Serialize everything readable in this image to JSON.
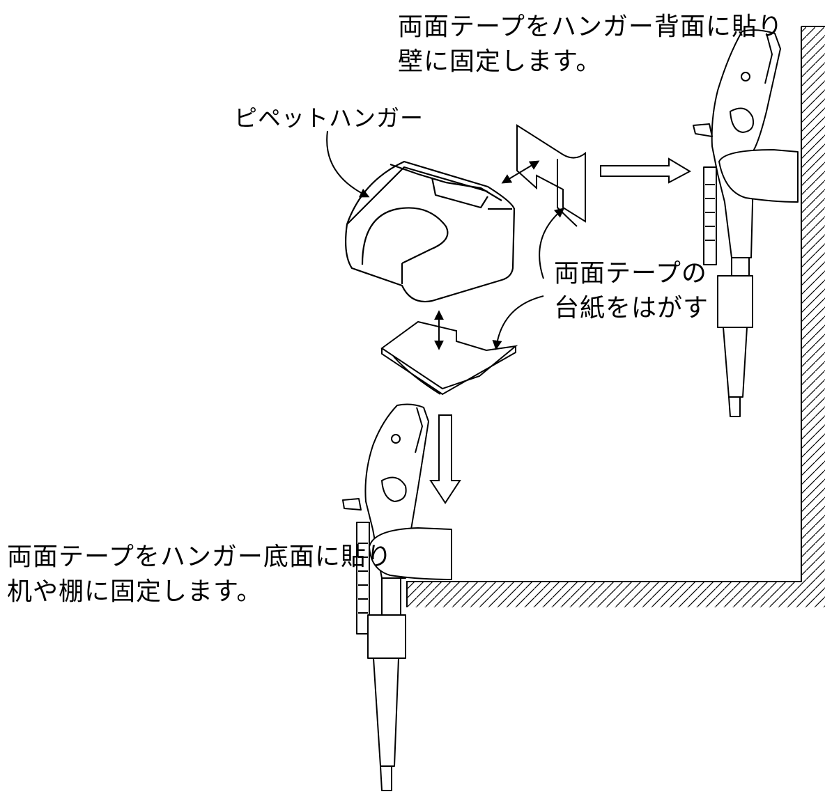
{
  "labels": {
    "wall_mount_line1": "両面テープをハンガー背面に貼り",
    "wall_mount_line2": "壁に固定します。",
    "pipette_hanger": "ピペットハンガー",
    "peel_backing_line1": "両面テープの",
    "peel_backing_line2": "台紙をはがす",
    "desk_mount_line1": "両面テープをハンガー底面に貼り",
    "desk_mount_line2": "机や棚に固定します。"
  },
  "colors": {
    "ink": "#000000",
    "background": "#ffffff"
  }
}
